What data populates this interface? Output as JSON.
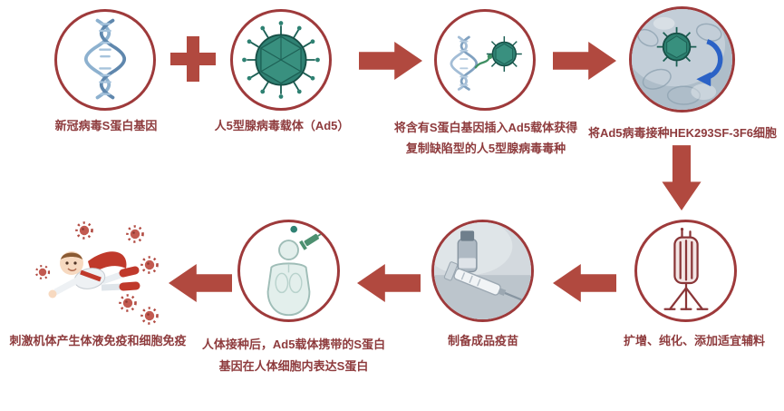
{
  "colors": {
    "circle_border": "#9e3a3b",
    "arrow_red": "#b1493f",
    "label_text": "#8e3b3d",
    "virus_green": "#2f8173",
    "dna_blue": "#7f9fc0",
    "cartoon_red": "#c0392b",
    "photo_blue_grey": "#aebdc9"
  },
  "plus_sign": "+",
  "icons": [
    "dna-helix-icon",
    "adenovirus-icon",
    "gene-insertion-icon",
    "cell-culture-photo",
    "bioreactor-icon",
    "vaccine-vial-photo",
    "human-body-icon",
    "superhero-immunity-cartoon",
    "plus-icon",
    "flow-arrow-right",
    "flow-arrow-down",
    "flow-arrow-left",
    "virus-particle-icon"
  ],
  "steps": {
    "s_gene": {
      "label": "新冠病毒S蛋白基因",
      "icon": "dna-helix-icon"
    },
    "ad5_vector": {
      "label": "人5型腺病毒载体（Ad5）",
      "icon": "adenovirus-icon"
    },
    "gene_insertion": {
      "label_line1": "将含有S蛋白基因插入Ad5载体获得",
      "label_line2": "复制缺陷型的人5型腺病毒毒种",
      "icon": "gene-insertion-icon"
    },
    "cell_inoculation": {
      "label": "将Ad5病毒接种HEK293SF-3F6细胞",
      "icon": "cell-culture-photo"
    },
    "amplification": {
      "label": "扩增、纯化、添加适宜辅料",
      "icon": "bioreactor-icon"
    },
    "vaccine_prep": {
      "label": "制备成品疫苗",
      "icon": "vaccine-vial-photo"
    },
    "expression": {
      "label_line1": "人体接种后，Ad5载体携带的S蛋白",
      "label_line2": "基因在人体细胞内表达S蛋白",
      "icon": "human-body-icon"
    },
    "immunity": {
      "label": "刺激机体产生体液免疫和细胞免疫",
      "icon": "superhero-immunity-cartoon"
    }
  }
}
